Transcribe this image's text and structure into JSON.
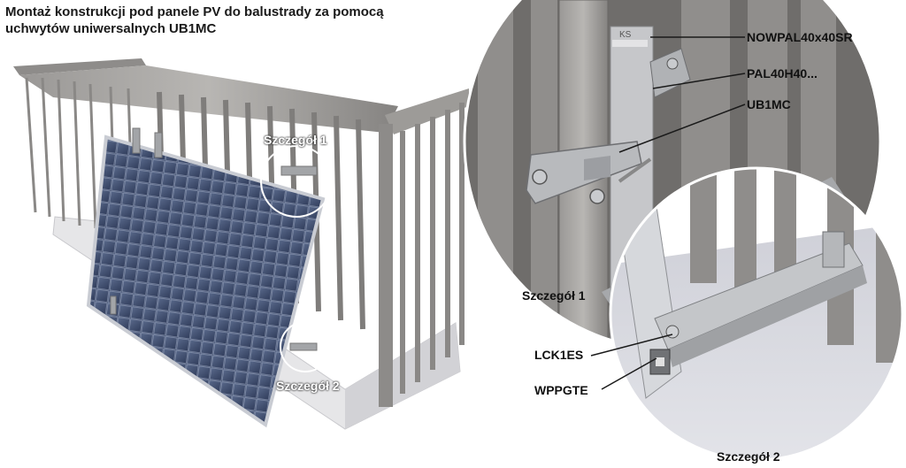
{
  "title": {
    "line1": "Montaż konstrukcji pod panele PV do balustrady za pomocą",
    "line2": "uchwytów uniwersalnych UB1MC"
  },
  "callouts": {
    "detail1_overview": "Szczegół 1",
    "detail2_overview": "Szczegół 2",
    "detail1_zoom": "Szczegół 1",
    "detail2_zoom": "Szczegół 2"
  },
  "parts": {
    "nowpal": "NOWPAL40x40SR",
    "pal": "PAL40H40...",
    "ub1mc": "UB1MC",
    "lck1es": "LCK1ES",
    "wppgte": "WPPGTE"
  },
  "logo_text": "KS"
}
